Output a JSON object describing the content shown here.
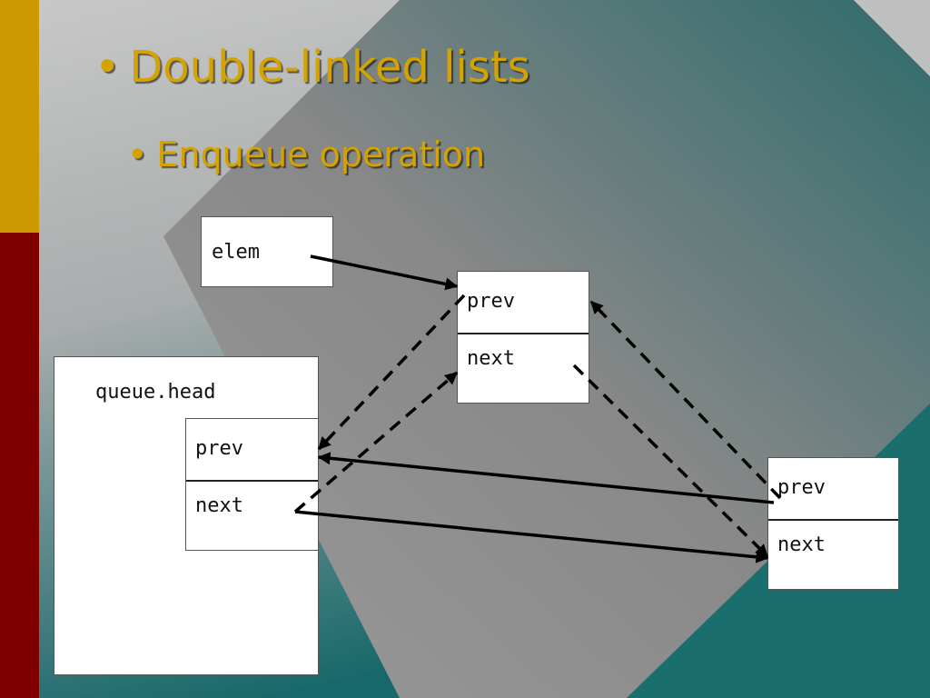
{
  "slide": {
    "title": "Double-linked lists",
    "subtitle": "Enqueue operation",
    "bullet_glyph": "•",
    "colors": {
      "text_accent": "#d4a300",
      "bar_gold": "#cc9900",
      "bar_red": "#800000",
      "bg_light": "#c8c8c8",
      "bg_teal": "#17686a"
    }
  },
  "diagram": {
    "elem_box": {
      "label": "elem"
    },
    "queue_head": {
      "label": "queue.head",
      "prev_label": "prev",
      "next_label": "next"
    },
    "new_node": {
      "prev_label": "prev",
      "next_label": "next"
    },
    "tail_node": {
      "prev_label": "prev",
      "next_label": "next"
    }
  }
}
